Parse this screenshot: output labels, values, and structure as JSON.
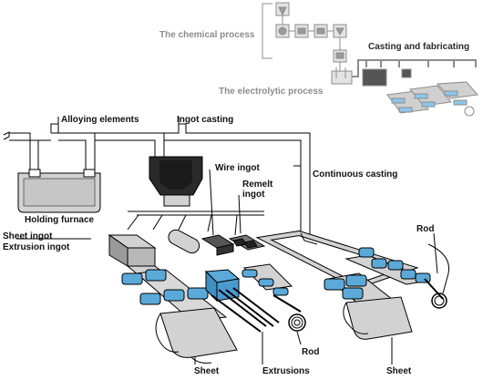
{
  "colors": {
    "stroke": "#000000",
    "panel": "#d2d2d2",
    "panel_dark": "#9a9a9a",
    "roller_blue": "#5aa9d9",
    "inset_grey": "#9b9b9b",
    "inset_fill": "#e3e3e3",
    "highlight": "#f0f0f0"
  },
  "inset": {
    "chemical_process": "The chemical process",
    "electrolytic_process": "The electrolytic process",
    "casting_and_fabricating": "Casting and fabricating"
  },
  "labels": {
    "alloying_elements": "Alloying elements",
    "ingot_casting": "Ingot casting",
    "wire_ingot": "Wire ingot",
    "remelt_ingot": "Remelt ingot",
    "continuous_casting": "Continuous casting",
    "holding_furnace": "Holding furnace",
    "sheet_ingot": "Sheet ingot",
    "extrusion_ingot": "Extrusion ingot",
    "rod_right": "Rod",
    "rod_middle": "Rod",
    "sheet_left": "Sheet",
    "extrusions": "Extrusions",
    "sheet_right": "Sheet"
  }
}
